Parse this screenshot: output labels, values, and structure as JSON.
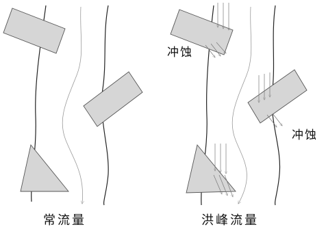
{
  "left_panel": {
    "caption": "常流量"
  },
  "right_panel": {
    "caption": "洪峰流量",
    "erosion_label_top": "冲蚀",
    "erosion_label_right": "冲蚀"
  },
  "colors": {
    "bank": "#222222",
    "flow_line": "#9a9a9a",
    "obstacle_fill": "#d6d6d6",
    "obstacle_stroke": "#555555",
    "arrow": "#777777"
  }
}
